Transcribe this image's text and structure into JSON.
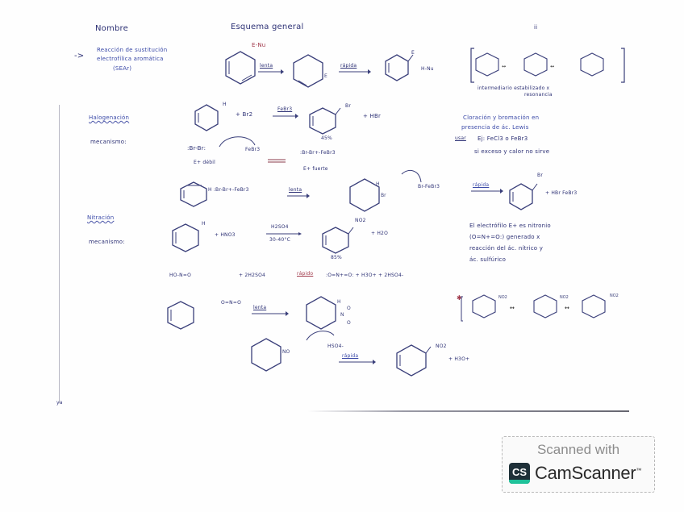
{
  "document": {
    "type": "handwritten-notes",
    "headers": {
      "col_name": "Nombre",
      "col_scheme": "Esquema general",
      "page_mark": "ii"
    },
    "intro": {
      "bullet": "->",
      "title_line1": "Reacción de sustitución",
      "title_line2": "electrofílica aromática",
      "title_line3": "(SEAr)",
      "reagent_top": "E-Nu",
      "arrow1": "lenta",
      "arrow2": "rápida",
      "product_sub": "E",
      "byproduct": "H-Nu",
      "resonance_caption1": "intermediario estabilizado x",
      "resonance_caption2": "resonancia"
    },
    "halogenation": {
      "title": "Halogenación",
      "mechanism_label": "mecanismo:",
      "reaction_reactant_sub": "H",
      "reaction_reagent": "+ Br2",
      "reaction_catalyst": "FeBr3",
      "reaction_product_sub": "Br",
      "reaction_byproduct": "+ HBr",
      "reaction_yield": "45%",
      "step1_left": ":Br-Br:",
      "step1_left_caption": "E+ débil",
      "step1_catalyst": "FeBr3",
      "step1_right": ":Br-Br+-FeBr3",
      "step1_right_caption": "E+ fuerte",
      "step2_left": "H :Br-Br+-FeBr3",
      "step2_arrow": "lenta",
      "step2_intermediate_subs": [
        "H",
        "Br"
      ],
      "step2_base": "Br-FeBr3",
      "step2_arrow2": "rápida",
      "step2_product": "Br",
      "step2_byproducts": "+ HBr   FeBr3",
      "note_line1": "Cloración y bromación en",
      "note_line2": "presencia de ác. Lewis",
      "note_line3": "Ej: FeCl3 o FeBr3",
      "note_line4": "si exceso y calor no sirve",
      "note_label": "usar"
    },
    "nitration": {
      "title": "Nitración",
      "mechanism_label": "mecanismo:",
      "reaction_reactant_sub": "H",
      "reaction_reagent": "+ HNO3",
      "reaction_catalyst_top": "H2SO4",
      "reaction_catalyst_bottom": "30-40°C",
      "reaction_product_sub": "NO2",
      "reaction_byproduct": "+ H2O",
      "reaction_yield": "85%",
      "step1_left": "HO-N=O",
      "step1_reagent": "+ 2H2SO4",
      "step1_arrow": "rápido",
      "step1_products": ":O=N+=O: + H3O+ + 2HSO4-",
      "step2_arrow": "lenta",
      "step2_intermediate_subs": [
        "H",
        "N",
        "O"
      ],
      "step3_base": "HSO4-",
      "step3_arrow": "rápida",
      "step3_product_sub": "NO2",
      "step3_byproduct": "+ H3O+",
      "note_line1": "El electrófilo E+ es nitronio",
      "note_line2": "(O=N+=O:) generado x",
      "note_line3": "reacción del ác. nítrico y",
      "note_line4": "ác. sulfúrico",
      "resonance_subs": [
        "NO2",
        "NO2",
        "NO2"
      ]
    },
    "footer": {
      "corner_mark": "ya"
    }
  },
  "watermark": {
    "line1": "Scanned with",
    "logo": "CS",
    "brand": "CamScanner",
    "tm": "™"
  }
}
